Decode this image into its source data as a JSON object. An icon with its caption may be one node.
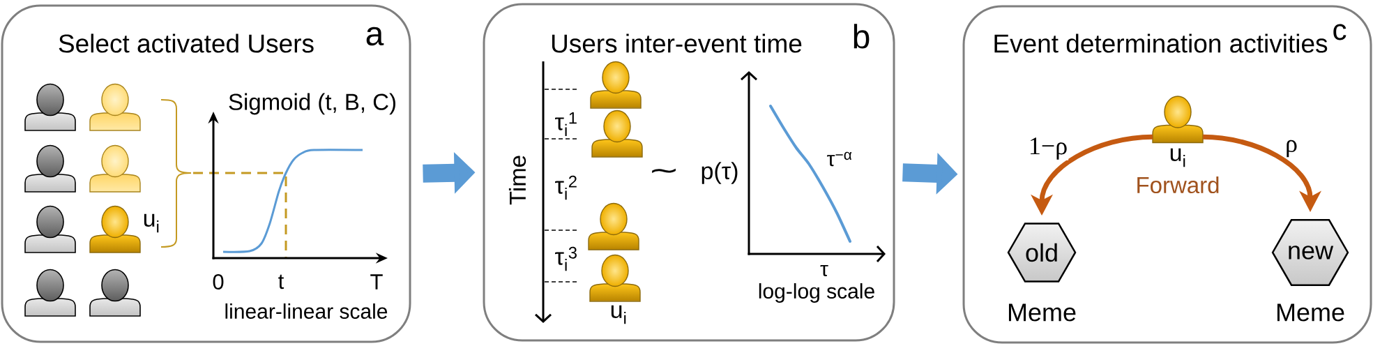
{
  "diagram": {
    "nodes": [
      {
        "text": [
          "Select activated Users",
          "a"
        ]
      },
      {
        "text": [],
        "shape": "person",
        "in": 0
      },
      {
        "text": [],
        "shape": "person",
        "in": 0
      },
      {
        "text": [],
        "shape": "person",
        "in": 0
      },
      {
        "text": [],
        "shape": "person",
        "in": 0
      },
      {
        "text": [],
        "shape": "person",
        "in": 0
      },
      {
        "text": [],
        "shape": "person",
        "in": 0,
        "beside": [
          "u$_{i}$"
        ]
      },
      {
        "text": [],
        "shape": "person",
        "in": 0
      },
      {
        "text": [],
        "shape": "person",
        "in": 0
      },
      {
        "text": [
          "Users inter-event time",
          "b"
        ]
      },
      {
        "text": [],
        "shape": "person",
        "in": 9
      },
      {
        "text": [],
        "shape": "person",
        "in": 9
      },
      {
        "text": [],
        "shape": "person",
        "in": 9
      },
      {
        "text": [],
        "shape": "person",
        "in": 9,
        "beside": [
          "u$_{i}$"
        ]
      },
      {
        "text": [
          "Event determination activities",
          "c"
        ]
      },
      {
        "text": [],
        "shape": "person",
        "in": 14,
        "beside": [
          "u$_{i}$",
          "Forward"
        ]
      },
      {
        "text": [
          "old"
        ],
        "in": 14,
        "beside": [
          "Meme"
        ]
      },
      {
        "text": [
          "new"
        ],
        "in": 14,
        "beside": [
          "Meme"
        ]
      }
    ],
    "edges": [
      {
        "from": 0,
        "to": 9,
        "arrow": "to",
        "style": "thick",
        "color": "#5b9bd5"
      },
      {
        "from": 9,
        "to": 14,
        "arrow": "to",
        "style": "thick",
        "color": "#5b9bd5"
      },
      {
        "from": 15,
        "to": 16,
        "arrow": "to",
        "label": "1−ρ",
        "color": "#c55a11"
      },
      {
        "from": 15,
        "to": 17,
        "arrow": "to",
        "label": "ρ",
        "color": "#c55a11"
      }
    ],
    "labels": [
      "Sigmoid (t, B, C)",
      "0",
      "t",
      "T",
      "linear-linear scale",
      "Time",
      "τ$_{i}$$^{1}$",
      "τ$_{i}$$^{2}$",
      "τ$_{i}$$^{3}$",
      "∼",
      "p(τ)",
      "τ$^{−α}$",
      "τ",
      "log-log scale"
    ]
  }
}
